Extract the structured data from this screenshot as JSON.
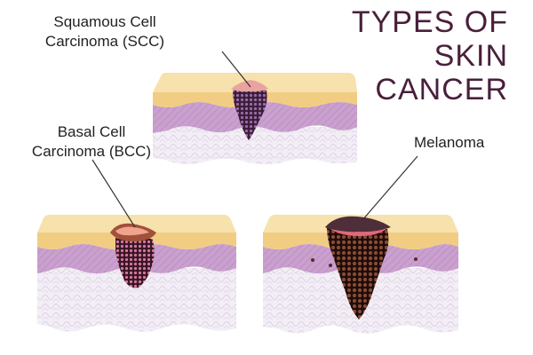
{
  "title": {
    "line1": "TYPES OF",
    "line2": "SKIN",
    "line3": "CANCER"
  },
  "labels": {
    "scc": {
      "line1": "Squamous Cell",
      "line2": "Carcinoma (SCC)"
    },
    "bcc": {
      "line1": "Basal Cell",
      "line2": "Carcinoma (BCC)"
    },
    "melanoma": "Melanoma"
  },
  "colors": {
    "title": "#4a1f3b",
    "epidermis": "#f6dca2",
    "dermis": "#caa2cf",
    "hypodermis": "#f1ecf4",
    "scc_tumor": "#8a4f90",
    "bcc_tumor": "#cc6d96",
    "melanoma_tumor": "#7f3c2b"
  }
}
